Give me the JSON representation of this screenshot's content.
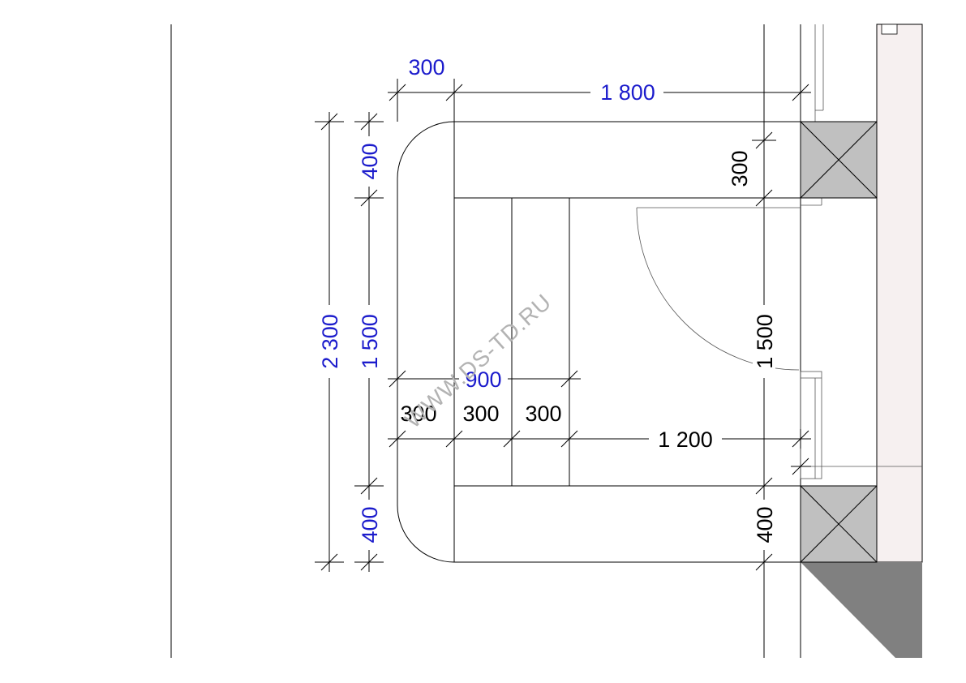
{
  "colors": {
    "dimension_blue": "#1c1ccc",
    "dimension_black": "#000000",
    "column_fill": "#c0c0c0",
    "wall_fill": "#f6f0f0",
    "shadow_fill": "#808080",
    "watermark": "#b3b3b3"
  },
  "watermark": "WWW.DS-TD.RU",
  "dimensions": {
    "top_left": "300",
    "top_right": "1 800",
    "left_overall": "2 300",
    "left_top": "400",
    "left_middle": "1 500",
    "left_bottom": "400",
    "steps_total": "900",
    "step_1": "300",
    "step_2": "300",
    "step_3": "300",
    "opening_width": "1 200",
    "right_top": "300",
    "right_middle": "1 500",
    "right_bottom": "400"
  }
}
